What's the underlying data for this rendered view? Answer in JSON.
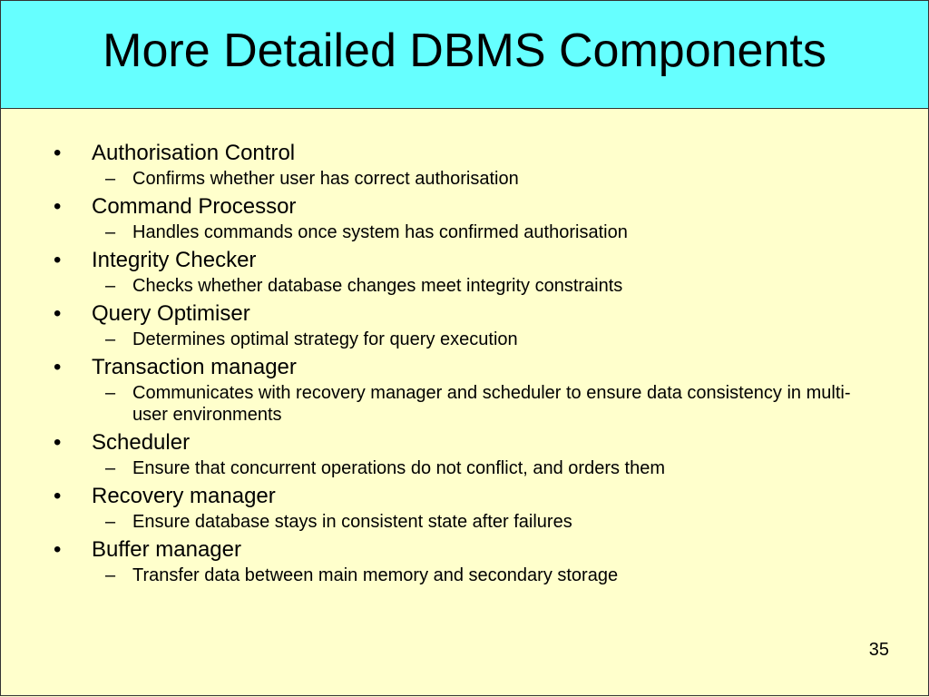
{
  "slide": {
    "title": "More Detailed DBMS Components",
    "page_number": "35",
    "colors": {
      "title_background": "#66ffff",
      "body_background": "#ffffcc",
      "text": "#000000"
    },
    "bullet_glyph": "•",
    "sub_glyph": "–",
    "items": [
      {
        "label": "Authorisation Control",
        "detail": "Confirms whether user has correct authorisation"
      },
      {
        "label": "Command Processor",
        "detail": "Handles commands once system has confirmed authorisation"
      },
      {
        "label": "Integrity Checker",
        "detail": "Checks whether database changes meet integrity constraints"
      },
      {
        "label": "Query Optimiser",
        "detail": "Determines optimal strategy for query execution"
      },
      {
        "label": "Transaction manager",
        "detail": "Communicates with recovery manager and scheduler to ensure data consistency in multi-user environments"
      },
      {
        "label": "Scheduler",
        "detail": "Ensure that concurrent operations do not conflict, and orders them"
      },
      {
        "label": "Recovery manager",
        "detail": "Ensure database stays in consistent state after failures"
      },
      {
        "label": "Buffer manager",
        "detail": "Transfer data between main memory and secondary storage"
      }
    ]
  }
}
